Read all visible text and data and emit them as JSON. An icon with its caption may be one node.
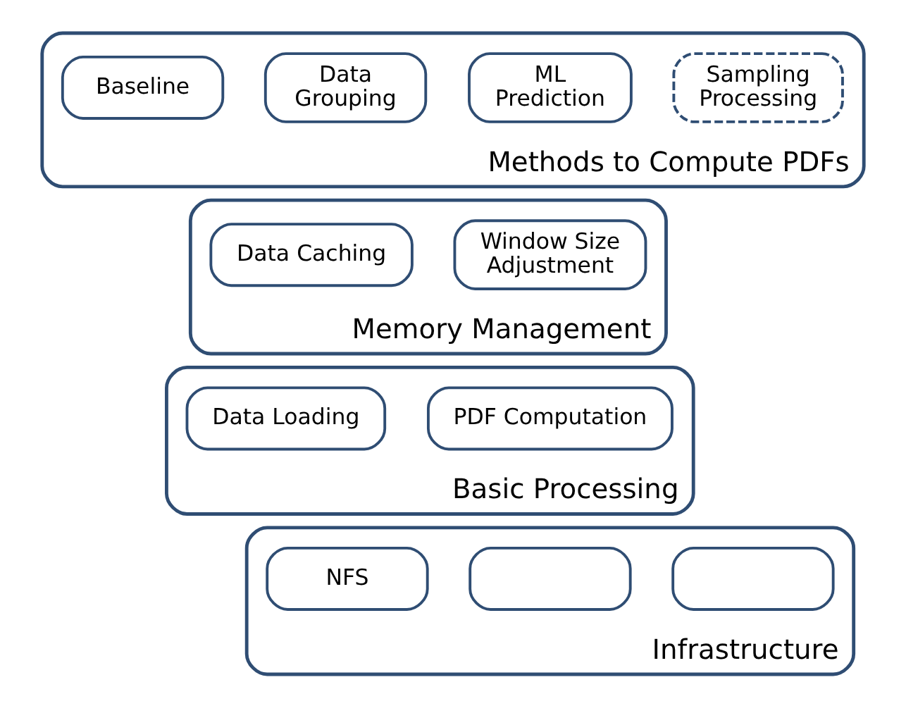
{
  "diagram": {
    "nodes": [
      {
        "text": [
          "Methods to Compute PDFs"
        ]
      },
      {
        "text": [
          "Baseline"
        ],
        "in": 0
      },
      {
        "text": [
          "Data Grouping"
        ],
        "in": 0
      },
      {
        "text": [
          "ML Prediction"
        ],
        "in": 0
      },
      {
        "text": [
          "Sampling Processing"
        ],
        "in": 0
      },
      {
        "text": [
          "Memory Management"
        ]
      },
      {
        "text": [
          "Data Caching"
        ],
        "in": 5
      },
      {
        "text": [
          "Window Size Adjustment"
        ],
        "in": 5
      },
      {
        "text": [
          "Basic Processing"
        ]
      },
      {
        "text": [
          "Data Loading"
        ],
        "in": 8
      },
      {
        "text": [
          "PDF Computation"
        ],
        "in": 8
      },
      {
        "text": [
          "Infrastructure"
        ]
      },
      {
        "text": [
          "NFS"
        ],
        "in": 11
      },
      {
        "text": [],
        "shape": "box",
        "in": 11
      },
      {
        "text": [],
        "shape": "box",
        "in": 11
      }
    ]
  }
}
